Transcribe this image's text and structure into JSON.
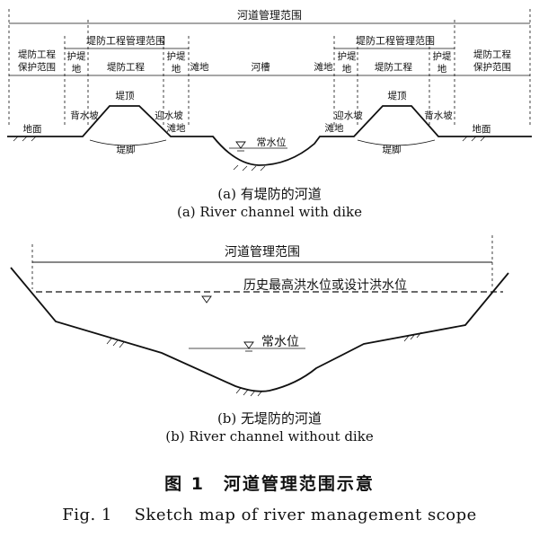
{
  "diagram_a": {
    "scope_top": "河道管理范围",
    "dike_scope_left": "堤防工程管理范围",
    "dike_scope_right": "堤防工程管理范围",
    "protect_left_1": "堤防工程",
    "protect_left_2": "保护范围",
    "protect_right_1": "堤防工程",
    "protect_right_2": "保护范围",
    "protect_land_l1": "护堤",
    "protect_land_l2": "地",
    "dike_project_left": "堤防工程",
    "inner_land_l1": "护堤",
    "inner_land_l2": "地",
    "beach_left": "滩地",
    "channel": "河槽",
    "beach_right": "滩地",
    "inner_land_r1": "护堤",
    "inner_land_r2": "地",
    "dike_project_right": "堤防工程",
    "protect_land_r1": "护堤",
    "protect_land_r2": "地",
    "crest_left": "堤顶",
    "crest_right": "堤顶",
    "back_slope_left": "背水坡",
    "front_slope_left": "迎水坡",
    "front_slope_right": "迎水坡",
    "back_slope_right": "背水坡",
    "beach_slope_left": "滩地",
    "beach_slope_right": "滩地",
    "ground_left": "地面",
    "ground_right": "地面",
    "toe_left": "堤脚",
    "toe_right": "堤脚",
    "normal_water": "常水位"
  },
  "diagram_b": {
    "scope": "河道管理范围",
    "flood_level": "历史最高洪水位或设计洪水位",
    "normal_water": "常水位"
  },
  "captions": {
    "a_cn": "(a) 有堤防的河道",
    "a_en": "(a) River channel with dike",
    "b_cn": "(b) 无堤防的河道",
    "b_en": "(b) River channel without dike",
    "fig_cn": "图 1　河道管理范围示意",
    "fig_en": "Fig. 1　 Sketch map of river management scope"
  }
}
